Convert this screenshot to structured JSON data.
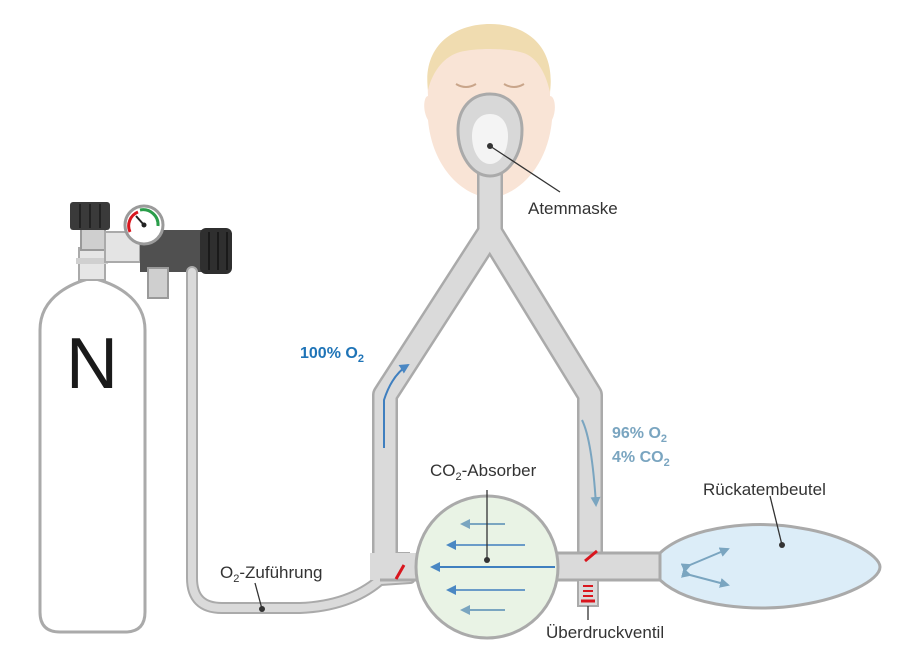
{
  "cylinder": {
    "letter": "N"
  },
  "labels": {
    "atemmaske": "Atemmaske",
    "absorber_pre": "CO",
    "absorber_sub": "2",
    "absorber_post": "-Absorber",
    "rueckatembeutel": "Rückatembeutel",
    "zufuhr_pre": "O",
    "zufuhr_sub": "2",
    "zufuhr_post": "-Zuführung",
    "ueberdruckventil": "Überdruckventil"
  },
  "flows": {
    "inspiration": {
      "pct": "100% O",
      "sub": "2"
    },
    "exp_o2": {
      "pct": "96% O",
      "sub": "2"
    },
    "exp_co2": {
      "pct": "4% CO",
      "sub": "2"
    }
  },
  "colors": {
    "tube_fill": "#d8d8d8",
    "tube_stroke": "#aaaaaa",
    "inspiration_text": "#1f74b7",
    "expiration_text": "#7aa5c0",
    "absorber_fill": "#e9f3e5",
    "bag_fill": "#dcedf8",
    "valve_red": "#d9161e",
    "skin": "#f9e4d6",
    "hair": "#f0dcb0"
  },
  "icons": [
    "oxygen-cylinder-icon",
    "pressure-gauge-icon",
    "pressure-regulator-icon",
    "face-icon",
    "breathing-mask-icon",
    "pressure-relief-valve-icon"
  ]
}
